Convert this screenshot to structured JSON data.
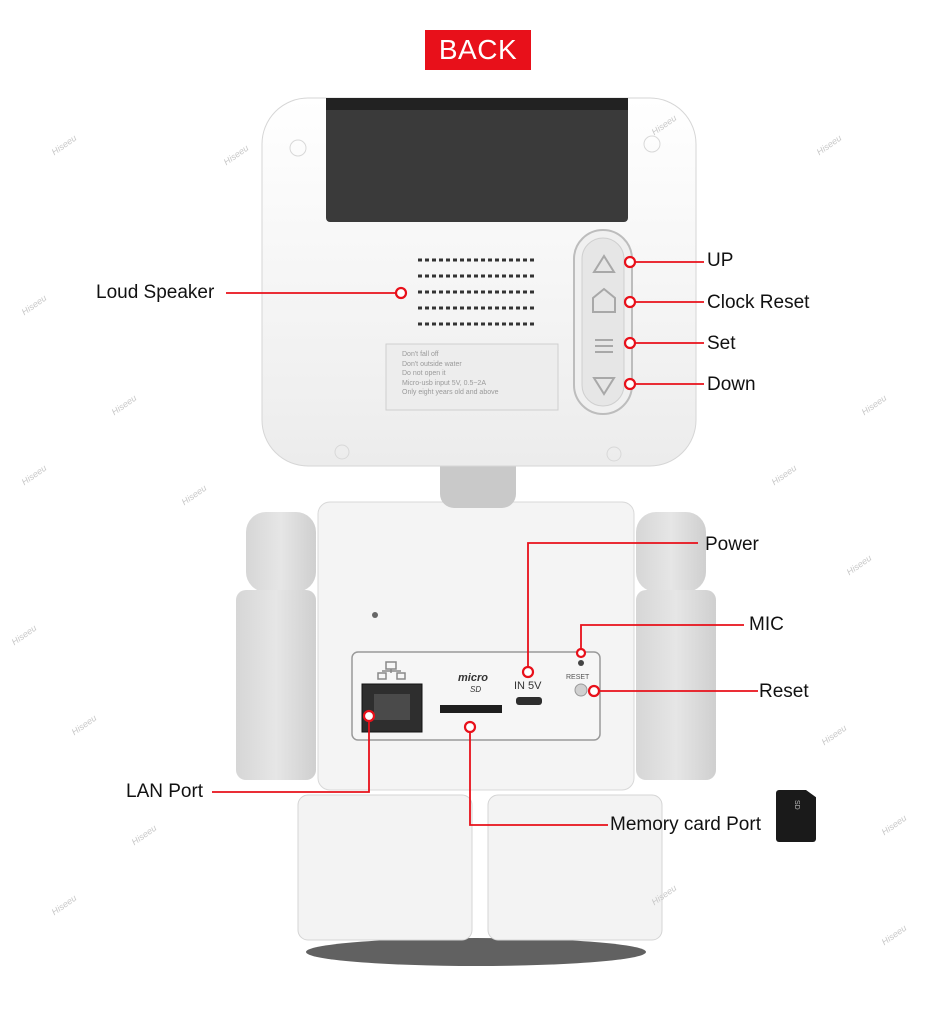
{
  "title": "BACK",
  "labels": {
    "loud_speaker": "Loud Speaker",
    "up": "UP",
    "clock_reset": "Clock Reset",
    "set": "Set",
    "down": "Down",
    "power": "Power",
    "mic": "MIC",
    "reset": "Reset",
    "lan_port": "LAN Port",
    "memory_card_port": "Memory card Port"
  },
  "device_print": {
    "port_power": "IN 5V",
    "port_reset": "RESET",
    "port_micro": "micro",
    "port_sd": "SD",
    "sticker_lines": [
      "Don't fall off",
      "Don't outside water",
      "Do not open it",
      "Micro-usb input 5V, 0.5~2A",
      "Only eight years old and above"
    ]
  },
  "watermark": "Hiseeu",
  "colors": {
    "accent": "#e8101a",
    "callout_line": "#e8101a",
    "body": "#f4f4f4",
    "screen": "#3a3a3a"
  }
}
